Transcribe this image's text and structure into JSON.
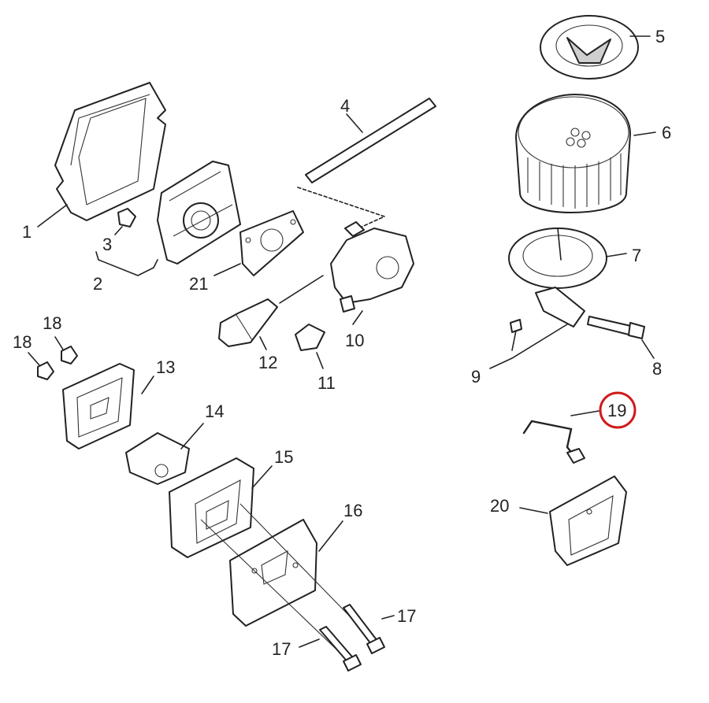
{
  "labels": {
    "p1": "1",
    "p2": "2",
    "p3": "3",
    "p4": "4",
    "p5": "5",
    "p6": "6",
    "p7": "7",
    "p8": "8",
    "p9": "9",
    "p10": "10",
    "p11": "11",
    "p12": "12",
    "p13": "13",
    "p14": "14",
    "p15": "15",
    "p16": "16",
    "p17a": "17",
    "p17b": "17",
    "p18a": "18",
    "p18b": "18",
    "p19": "19",
    "p20": "20",
    "p21": "21"
  },
  "highlight": {
    "part": "19",
    "color": "#d11a1a"
  }
}
